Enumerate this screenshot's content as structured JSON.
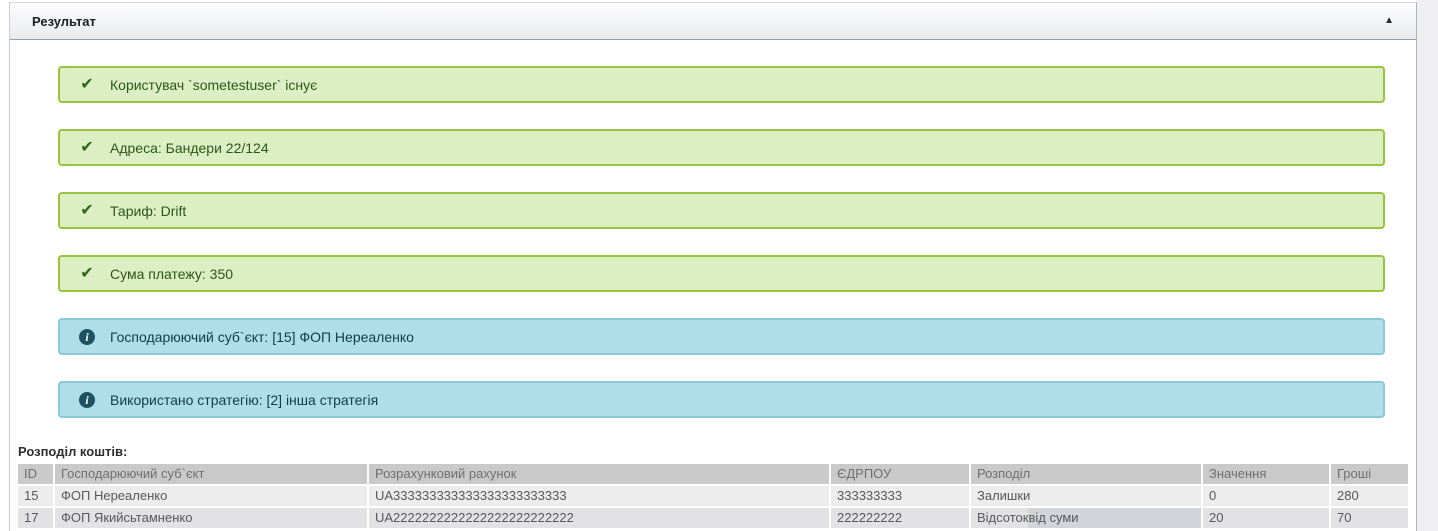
{
  "panel": {
    "title": "Результат",
    "collapse_icon": "▲"
  },
  "icons": {
    "success_glyph": "✔",
    "info_glyph": "i"
  },
  "alerts": [
    {
      "type": "success",
      "text": "Користувач `sometestuser` існує"
    },
    {
      "type": "success",
      "text": "Адреса: Бандери 22/124"
    },
    {
      "type": "success",
      "text": "Тариф: Drift"
    },
    {
      "type": "success",
      "text": "Сума платежу: 350"
    },
    {
      "type": "info",
      "text": "Господарюючий суб`єкт: [15] ФОП Нереаленко"
    },
    {
      "type": "info",
      "text": "Використано стратегію: [2] інша стратегія"
    }
  ],
  "distribution": {
    "label": "Розподіл коштів:",
    "headers": [
      "ID",
      "Господарюючий суб`єкт",
      "Розрахунковий рахунок",
      "ЄДРПОУ",
      "Розподіл",
      "Значення",
      "Гроші"
    ],
    "rows": [
      {
        "cells": [
          "15",
          "ФОП Нереаленко",
          "UA333333333333333333333333",
          "333333333",
          "Залишки",
          "0",
          "280"
        ]
      },
      {
        "cells": [
          "17",
          "ФОП Якийсьтамненко",
          "UA2222222222222222222222222",
          "222222222",
          "Відсоток від суми",
          "20",
          "70"
        ],
        "highlight": {
          "col": 4,
          "prefix": "Відсоток ",
          "selected": "від суми"
        }
      }
    ]
  },
  "colors": {
    "success_bg": "#dcefc4",
    "success_border": "#97c33d",
    "success_text": "#2c5519",
    "info_bg": "#addee9",
    "info_border": "#8bc8d9",
    "info_text": "#123c46",
    "header_gradient_end": "#e8eaef",
    "table_header_bg": "#c9c9c9",
    "row_odd_bg": "#ececec",
    "row_even_bg": "#e2e2e4",
    "selection_bg": "#d2d4d9"
  }
}
